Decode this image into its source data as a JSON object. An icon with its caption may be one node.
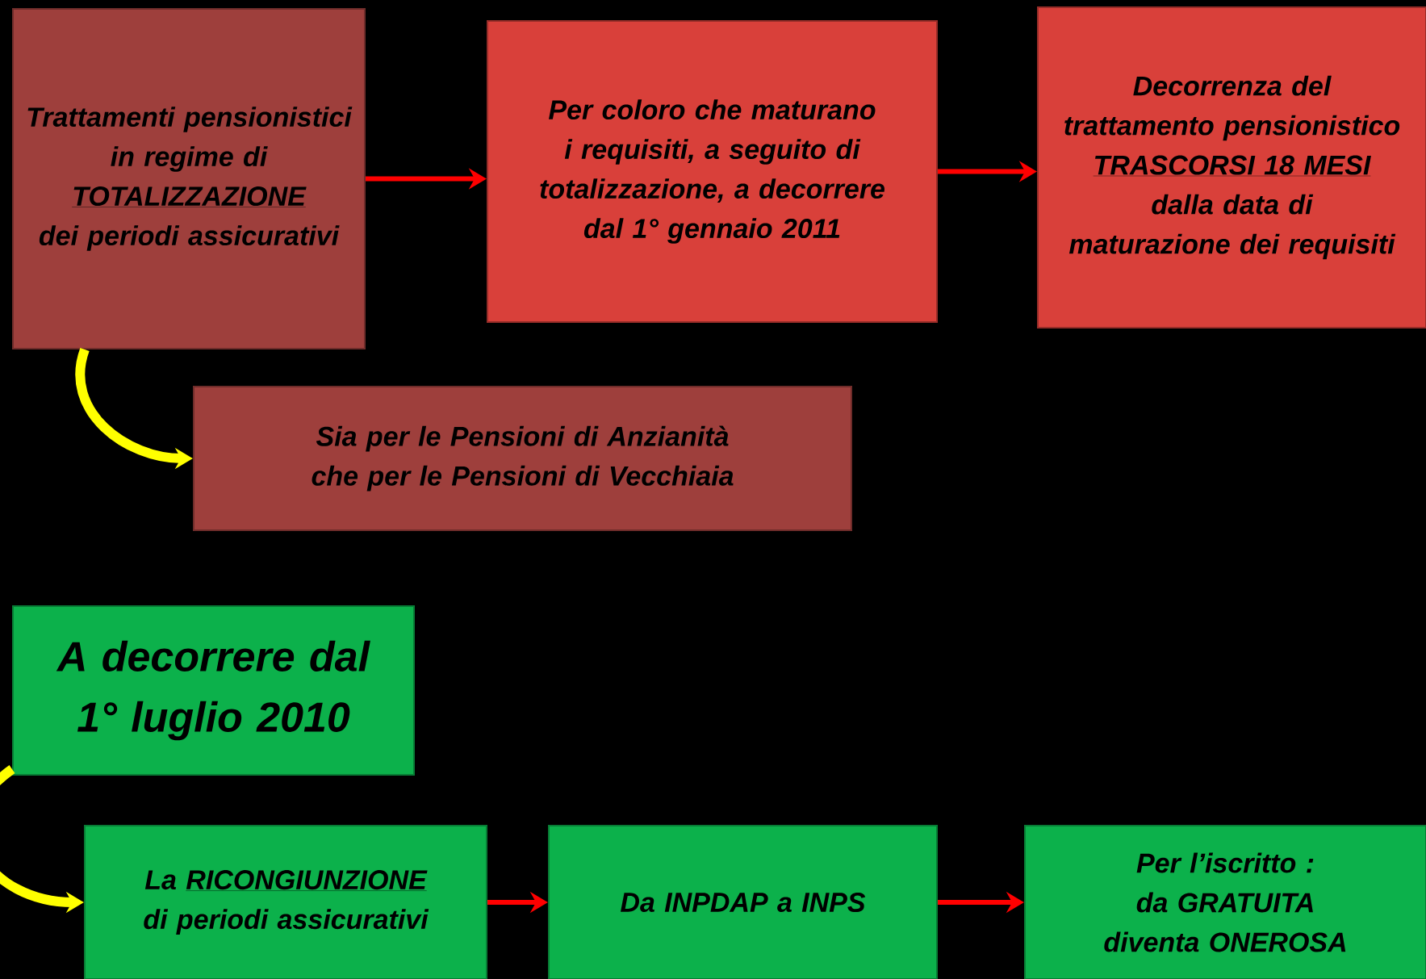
{
  "diagram": {
    "nodes": [
      {
        "text": [
          "Trattamenti pensionistici in regime di",
          "TOTALIZZAZIONE",
          "dei periodi assicurativi"
        ]
      },
      {
        "text": [
          "Per coloro che maturano i requisiti, a seguito di totalizzazione, a decorrere dal 1° gennaio 2011"
        ]
      },
      {
        "text": [
          "Decorrenza del trattamento pensionistico",
          "TRASCORSI 18 MESI",
          "dalla data di maturazione dei requisiti"
        ]
      },
      {
        "text": [
          "Sia per le Pensioni di Anzianità che per le Pensioni di Vecchiaia"
        ]
      },
      {
        "text": [
          "A decorrere dal 1° luglio 2010"
        ]
      },
      {
        "text": [
          "La",
          "RICONGIUNZIONE",
          "di periodi assicurativi"
        ]
      },
      {
        "text": [
          "Da INPDAP a INPS"
        ]
      },
      {
        "text": [
          "Per l’iscritto :",
          "da GRATUITA diventa ONEROSA"
        ]
      }
    ],
    "edges": [
      {
        "from": 0,
        "to": 1,
        "arrow": "to"
      },
      {
        "from": 1,
        "to": 2,
        "arrow": "to"
      },
      {
        "from": 0,
        "to": 3,
        "arrow": "to",
        "style": "thick",
        "color": "#ffff00"
      },
      {
        "from": 4,
        "to": 5,
        "arrow": "to",
        "style": "thick",
        "color": "#ffff00"
      },
      {
        "from": 5,
        "to": 6,
        "arrow": "to"
      },
      {
        "from": 6,
        "to": 7,
        "arrow": "to"
      }
    ]
  }
}
